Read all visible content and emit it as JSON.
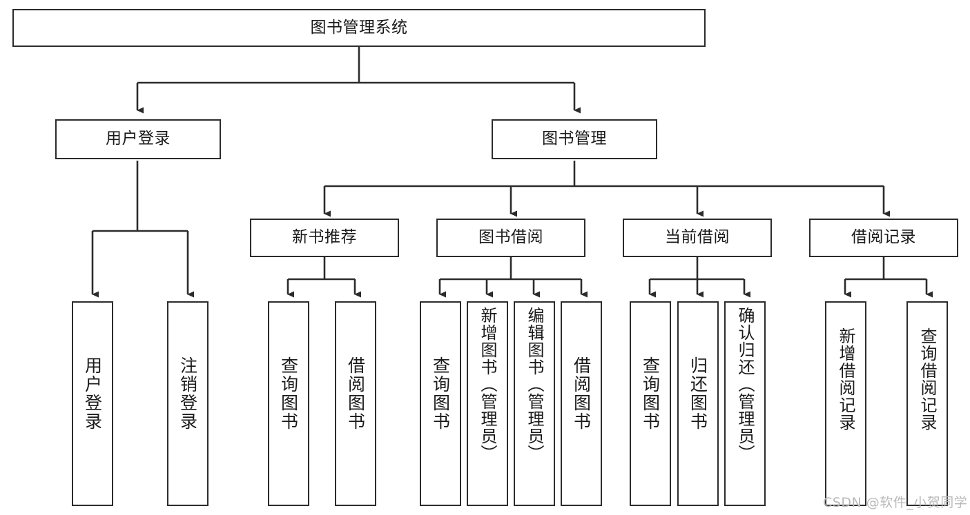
{
  "diagram": {
    "type": "tree",
    "title": "图书管理系统",
    "watermark": "CSDN @软件_小贺同学",
    "colors": {
      "background": "#ffffff",
      "box_border": "#2b2b2b",
      "line": "#2b2b2b",
      "text": "#1a1a1a",
      "watermark": "#b9b9b9"
    },
    "nodes": {
      "root": "图书管理系统",
      "user_login": "用户登录",
      "book_manage": "图书管理",
      "new_book_rec": "新书推荐",
      "book_borrow": "图书借阅",
      "current_borrow": "当前借阅",
      "borrow_record": "借阅记录",
      "leaf_user_login": "用户登录",
      "leaf_user_logout": "注销登录",
      "leaf_rec_query": "查询图书",
      "leaf_rec_borrow": "借阅图书",
      "leaf_borrow_query": "查询图书",
      "leaf_borrow_add": "新增图书（管理员）",
      "leaf_borrow_edit": "编辑图书（管理员）",
      "leaf_borrow_do": "借阅图书",
      "leaf_cur_query": "查询图书",
      "leaf_cur_return": "归还图书",
      "leaf_cur_confirm": "确认归还（管理员）",
      "leaf_rec_add": "新增借阅记录",
      "leaf_rec_search": "查询借阅记录"
    },
    "hierarchy": [
      {
        "label": "图书管理系统",
        "children": [
          {
            "label": "用户登录",
            "children": [
              {
                "label": "用户登录"
              },
              {
                "label": "注销登录"
              }
            ]
          },
          {
            "label": "图书管理",
            "children": [
              {
                "label": "新书推荐",
                "children": [
                  {
                    "label": "查询图书"
                  },
                  {
                    "label": "借阅图书"
                  }
                ]
              },
              {
                "label": "图书借阅",
                "children": [
                  {
                    "label": "查询图书"
                  },
                  {
                    "label": "新增图书（管理员）"
                  },
                  {
                    "label": "编辑图书（管理员）"
                  },
                  {
                    "label": "借阅图书"
                  }
                ]
              },
              {
                "label": "当前借阅",
                "children": [
                  {
                    "label": "查询图书"
                  },
                  {
                    "label": "归还图书"
                  },
                  {
                    "label": "确认归还（管理员）"
                  }
                ]
              },
              {
                "label": "借阅记录",
                "children": [
                  {
                    "label": "新增借阅记录"
                  },
                  {
                    "label": "查询借阅记录"
                  }
                ]
              }
            ]
          }
        ]
      }
    ]
  }
}
